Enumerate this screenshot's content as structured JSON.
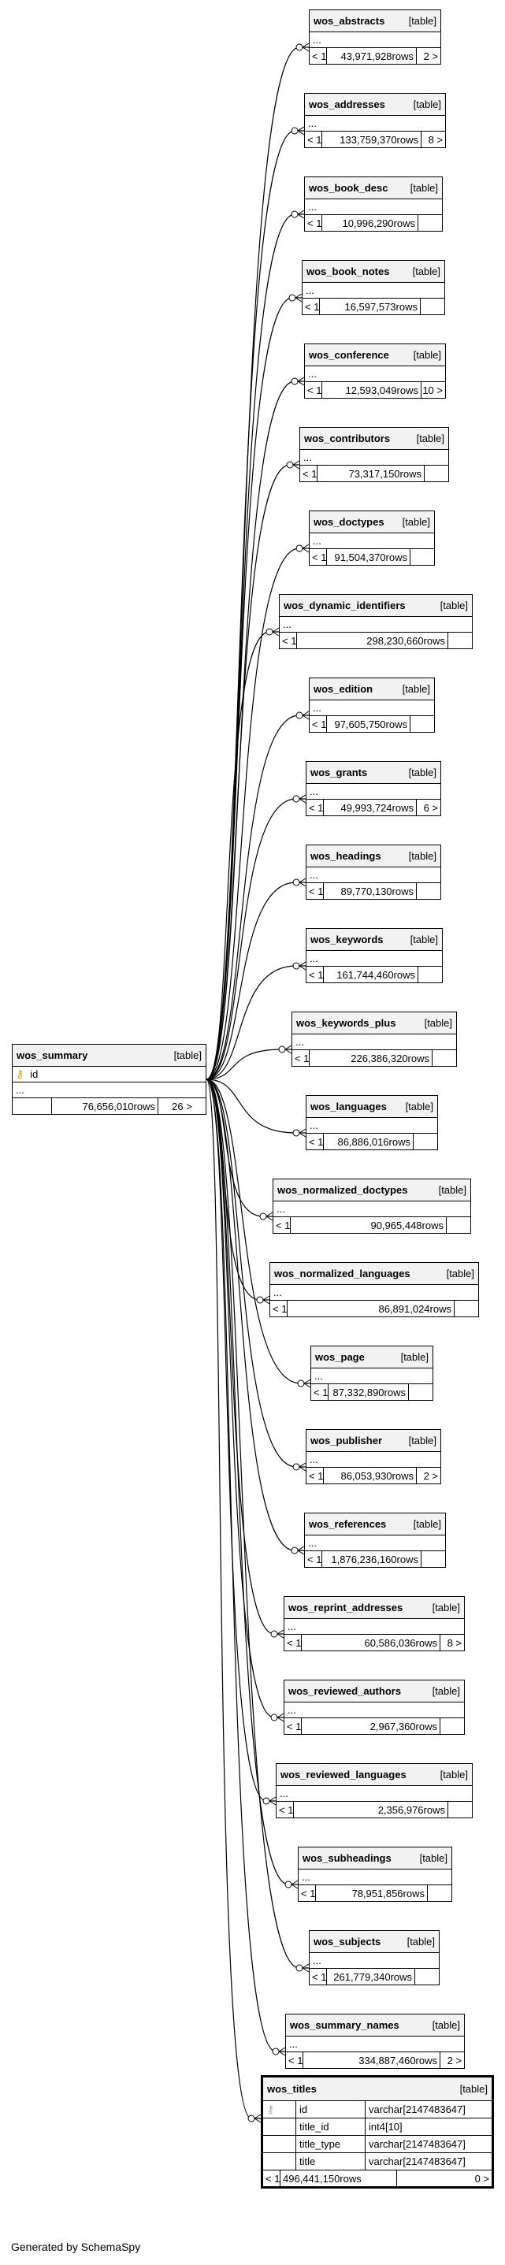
{
  "generated_by": "Generated by SchemaSpy",
  "table_kind": "[table]",
  "ellipsis": "...",
  "lt": "< 1",
  "rows_suffix": " rows",
  "summary": {
    "name": "wos_summary",
    "key_column": "id",
    "rows": "76,656,010",
    "children_count": "26 >"
  },
  "tables": [
    {
      "name": "wos_abstracts",
      "rows": "43,971,928",
      "gt": "2 >"
    },
    {
      "name": "wos_addresses",
      "rows": "133,759,370",
      "gt": "8 >"
    },
    {
      "name": "wos_book_desc",
      "rows": "10,996,290",
      "gt": ""
    },
    {
      "name": "wos_book_notes",
      "rows": "16,597,573",
      "gt": ""
    },
    {
      "name": "wos_conference",
      "rows": "12,593,049",
      "gt": "10 >"
    },
    {
      "name": "wos_contributors",
      "rows": "73,317,150",
      "gt": ""
    },
    {
      "name": "wos_doctypes",
      "rows": "91,504,370",
      "gt": ""
    },
    {
      "name": "wos_dynamic_identifiers",
      "rows": "298,230,660",
      "gt": ""
    },
    {
      "name": "wos_edition",
      "rows": "97,605,750",
      "gt": ""
    },
    {
      "name": "wos_grants",
      "rows": "49,993,724",
      "gt": "6 >"
    },
    {
      "name": "wos_headings",
      "rows": "89,770,130",
      "gt": ""
    },
    {
      "name": "wos_keywords",
      "rows": "161,744,460",
      "gt": ""
    },
    {
      "name": "wos_keywords_plus",
      "rows": "226,386,320",
      "gt": ""
    },
    {
      "name": "wos_languages",
      "rows": "86,886,016",
      "gt": ""
    },
    {
      "name": "wos_normalized_doctypes",
      "rows": "90,965,448",
      "gt": ""
    },
    {
      "name": "wos_normalized_languages",
      "rows": "86,891,024",
      "gt": ""
    },
    {
      "name": "wos_page",
      "rows": "87,332,890",
      "gt": ""
    },
    {
      "name": "wos_publisher",
      "rows": "86,053,930",
      "gt": "2 >"
    },
    {
      "name": "wos_references",
      "rows": "1,876,236,160",
      "gt": ""
    },
    {
      "name": "wos_reprint_addresses",
      "rows": "60,586,036",
      "gt": "8 >"
    },
    {
      "name": "wos_reviewed_authors",
      "rows": "2,967,360",
      "gt": ""
    },
    {
      "name": "wos_reviewed_languages",
      "rows": "2,356,976",
      "gt": ""
    },
    {
      "name": "wos_subheadings",
      "rows": "78,951,856",
      "gt": ""
    },
    {
      "name": "wos_subjects",
      "rows": "261,779,340",
      "gt": ""
    },
    {
      "name": "wos_summary_names",
      "rows": "334,887,460",
      "gt": "2 >"
    }
  ],
  "titles": {
    "name": "wos_titles",
    "columns": [
      {
        "name": "id",
        "type": "varchar[2147483647]"
      },
      {
        "name": "title_id",
        "type": "int4[10]"
      },
      {
        "name": "title_type",
        "type": "varchar[2147483647]"
      },
      {
        "name": "title",
        "type": "varchar[2147483647]"
      }
    ],
    "rows": "496,441,150",
    "gt": "0 >"
  }
}
